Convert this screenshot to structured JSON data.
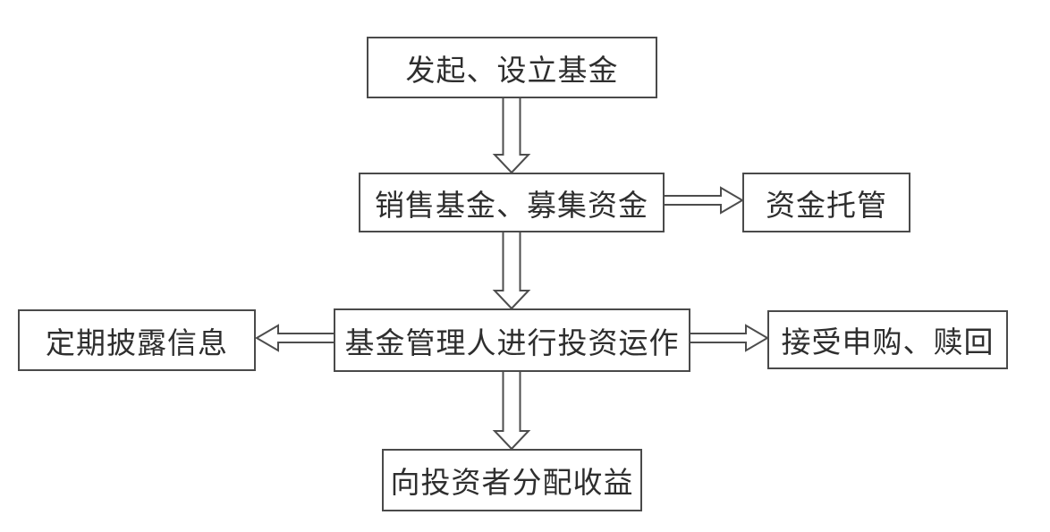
{
  "diagram": {
    "type": "flowchart",
    "colors": {
      "background": "#ffffff",
      "line": "#4a4a4a",
      "text": "#2e2e2e"
    },
    "nodes": {
      "initiate": {
        "label": "发起、设立基金"
      },
      "sell": {
        "label": "销售基金、募集资金"
      },
      "custody": {
        "label": "资金托管"
      },
      "manager": {
        "label": "基金管理人进行投资运作"
      },
      "disclose": {
        "label": "定期披露信息"
      },
      "subscribe": {
        "label": "接受申购、赎回"
      },
      "distribute": {
        "label": "向投资者分配收益"
      }
    },
    "edges": [
      {
        "from": "initiate",
        "to": "sell",
        "direction": "down"
      },
      {
        "from": "sell",
        "to": "custody",
        "direction": "right"
      },
      {
        "from": "sell",
        "to": "manager",
        "direction": "down"
      },
      {
        "from": "manager",
        "to": "disclose",
        "direction": "left"
      },
      {
        "from": "manager",
        "to": "subscribe",
        "direction": "right"
      },
      {
        "from": "manager",
        "to": "distribute",
        "direction": "down"
      }
    ]
  }
}
